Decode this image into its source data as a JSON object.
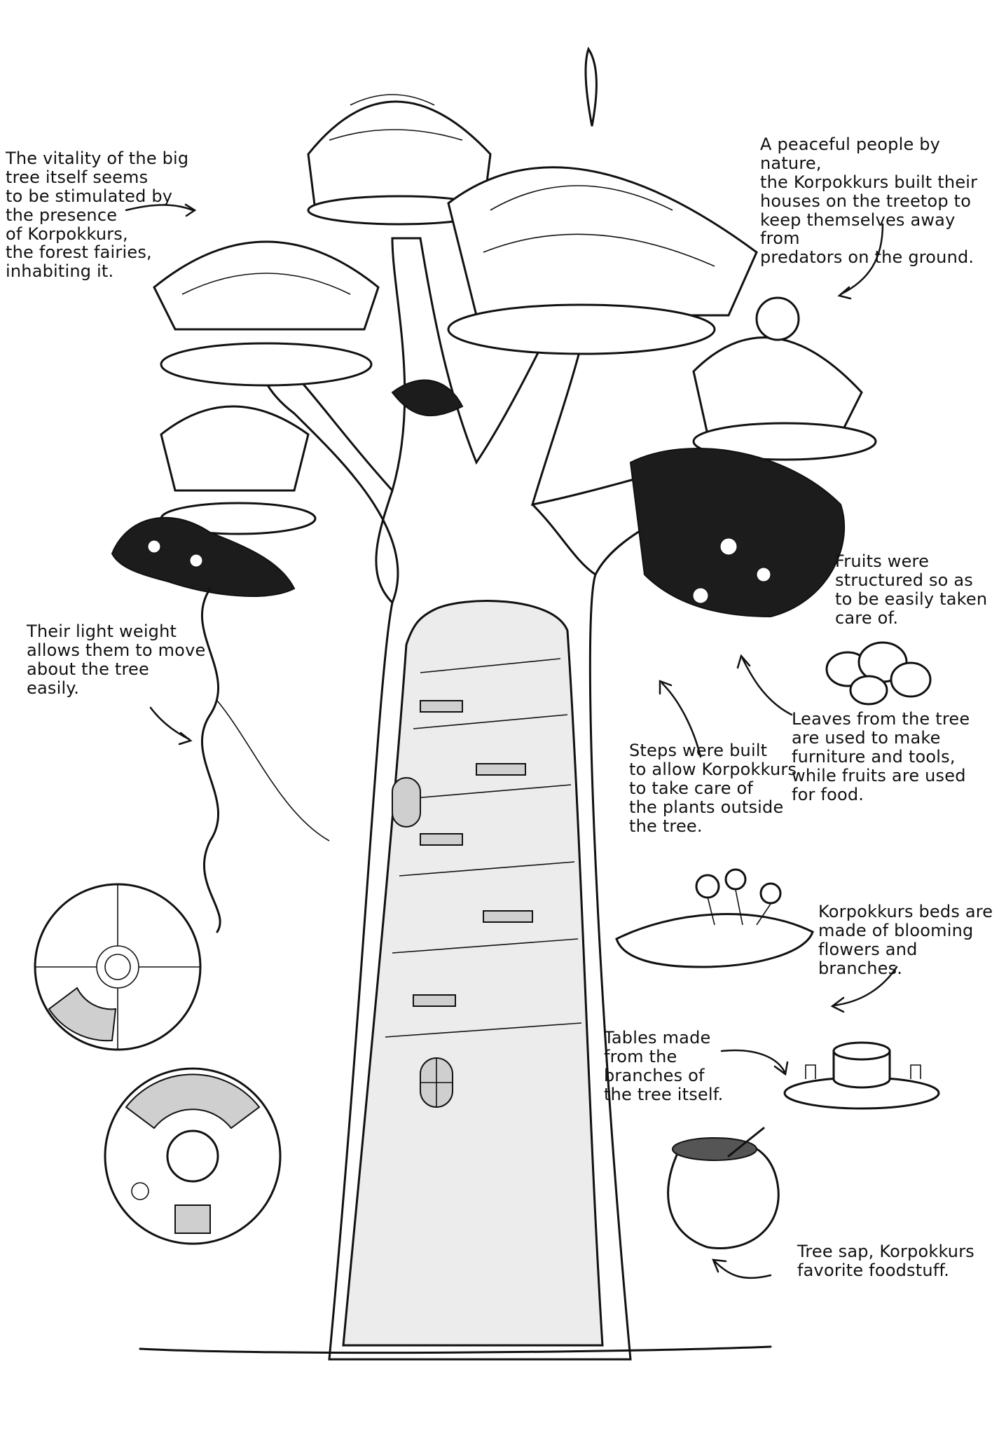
{
  "annotations": {
    "vitality": "The vitality of the big\ntree itself seems\nto be stimulated by\nthe presence\nof Korpokkurs,\nthe forest fairies,\ninhabiting it.",
    "peaceful": "A peaceful people by nature,\nthe Korpokkurs built their\nhouses on the treetop to\nkeep themselves away from\npredators on the ground.",
    "light_weight": "Their light weight\nallows them to move\nabout the tree\neasily.",
    "fruits": "Fruits were\nstructured so as\nto be easily taken\ncare of.",
    "leaves": "Leaves from the tree\nare used to make\nfurniture and tools,\nwhile fruits are used\nfor food.",
    "steps": "Steps were built\nto allow Korpokkurs\nto take care of\nthe plants outside\nthe tree.",
    "beds": "Korpokkurs beds are\nmade of blooming\nflowers and branches.",
    "tables": "Tables made\nfrom the\nbranches of\nthe tree itself.",
    "sap": "Tree sap, Korpokkurs\nfavorite foodstuff."
  }
}
